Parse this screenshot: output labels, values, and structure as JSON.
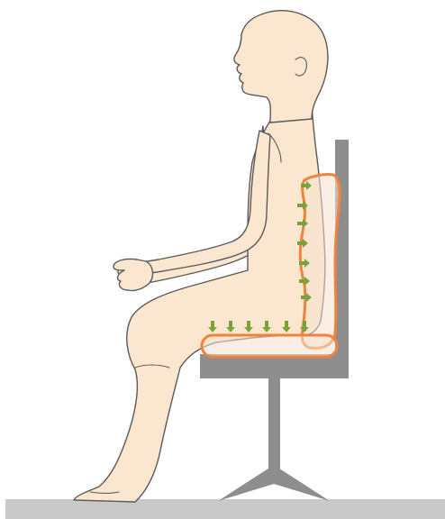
{
  "colors": {
    "background": "#ffffff",
    "floor": "#c9c9c9",
    "chair": "#8e8e8e",
    "skin": "#fbe7d0",
    "outline": "#5a5a5a",
    "cushion_outline": "#f0823c",
    "cushion_fill": "#f8e2cf",
    "pressure_arrow": "#79a33a"
  },
  "scene": {
    "figure": "seated-person-side-view",
    "chair": "office-swivel-chair",
    "cushions": [
      "lumbar-back-cushion",
      "seat-cushion"
    ],
    "back_arrow_direction": "right",
    "seat_arrow_direction": "down"
  }
}
